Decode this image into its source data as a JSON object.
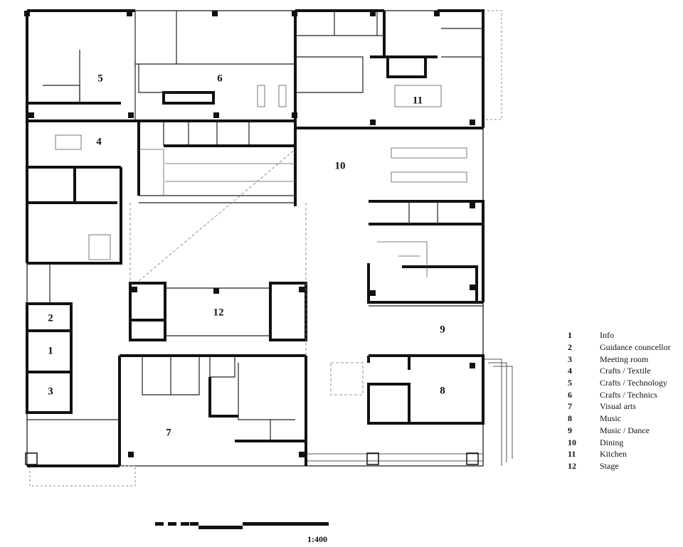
{
  "plan": {
    "rooms": [
      {
        "num": "1",
        "name": "Info"
      },
      {
        "num": "2",
        "name": "Guidance councellor"
      },
      {
        "num": "3",
        "name": "Meeting room"
      },
      {
        "num": "4",
        "name": "Crafts / Textile"
      },
      {
        "num": "5",
        "name": "Crafts / Technology"
      },
      {
        "num": "6",
        "name": "Crafts / Technics"
      },
      {
        "num": "7",
        "name": "Visual arts"
      },
      {
        "num": "8",
        "name": "Music"
      },
      {
        "num": "9",
        "name": "Music / Dance"
      },
      {
        "num": "10",
        "name": "Dining"
      },
      {
        "num": "11",
        "name": "Kitchen"
      },
      {
        "num": "12",
        "name": "Stage"
      }
    ],
    "scale": "1:400"
  }
}
